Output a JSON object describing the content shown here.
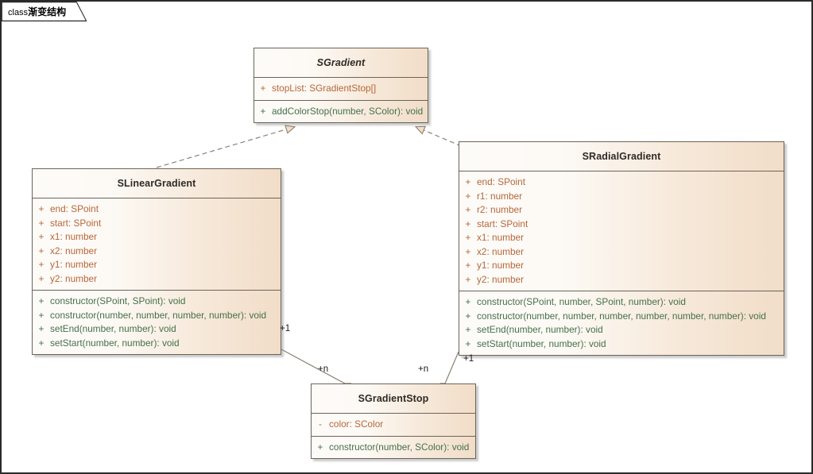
{
  "frame": {
    "keyword": "class",
    "name": "渐变结构"
  },
  "colors": {
    "box_border": "#6b6459",
    "box_fill_light": "#fdfbf8",
    "box_fill_dark": "#f1ddc8",
    "attribute_text": "#b5673a",
    "operation_text": "#46704a",
    "title_text": "#2f2a25",
    "connector_line": "#8a8075",
    "arrow_fill": "#f4dec4",
    "canvas_border": "#2a2a2a"
  },
  "classes": [
    {
      "id": "sgradient",
      "name": "SGradient",
      "abstract": true,
      "attributes": [
        {
          "visibility": "+",
          "signature": "stopList: SGradientStop[]"
        }
      ],
      "operations": [
        {
          "visibility": "+",
          "signature": "addColorStop(number, SColor): void"
        }
      ]
    },
    {
      "id": "slineargradient",
      "name": "SLinearGradient",
      "abstract": false,
      "attributes": [
        {
          "visibility": "+",
          "signature": "end: SPoint"
        },
        {
          "visibility": "+",
          "signature": "start: SPoint"
        },
        {
          "visibility": "+",
          "signature": "x1: number"
        },
        {
          "visibility": "+",
          "signature": "x2: number"
        },
        {
          "visibility": "+",
          "signature": "y1: number"
        },
        {
          "visibility": "+",
          "signature": "y2: number"
        }
      ],
      "operations": [
        {
          "visibility": "+",
          "signature": "constructor(SPoint, SPoint): void"
        },
        {
          "visibility": "+",
          "signature": "constructor(number, number, number, number): void"
        },
        {
          "visibility": "+",
          "signature": "setEnd(number, number): void"
        },
        {
          "visibility": "+",
          "signature": "setStart(number, number): void"
        }
      ]
    },
    {
      "id": "sradialgradient",
      "name": "SRadialGradient",
      "abstract": false,
      "attributes": [
        {
          "visibility": "+",
          "signature": "end: SPoint"
        },
        {
          "visibility": "+",
          "signature": "r1: number"
        },
        {
          "visibility": "+",
          "signature": "r2: number"
        },
        {
          "visibility": "+",
          "signature": "start: SPoint"
        },
        {
          "visibility": "+",
          "signature": "x1: number"
        },
        {
          "visibility": "+",
          "signature": "x2: number"
        },
        {
          "visibility": "+",
          "signature": "y1: number"
        },
        {
          "visibility": "+",
          "signature": "y2: number"
        }
      ],
      "operations": [
        {
          "visibility": "+",
          "signature": "constructor(SPoint, number, SPoint, number): void"
        },
        {
          "visibility": "+",
          "signature": "constructor(number, number, number, number, number, number): void"
        },
        {
          "visibility": "+",
          "signature": "setEnd(number, number): void"
        },
        {
          "visibility": "+",
          "signature": "setStart(number, number): void"
        }
      ]
    },
    {
      "id": "sgradientstop",
      "name": "SGradientStop",
      "abstract": false,
      "attributes": [
        {
          "visibility": "-",
          "signature": "color: SColor"
        }
      ],
      "operations": [
        {
          "visibility": "+",
          "signature": "constructor(number, SColor): void"
        }
      ]
    }
  ],
  "relationships": [
    {
      "id": "rel-linear-realizes-gradient",
      "type": "realization",
      "from": "SLinearGradient",
      "to": "SGradient",
      "style": "dashed",
      "arrowhead": "hollow-triangle"
    },
    {
      "id": "rel-radial-realizes-gradient",
      "type": "realization",
      "from": "SRadialGradient",
      "to": "SGradient",
      "style": "dashed",
      "arrowhead": "hollow-triangle"
    },
    {
      "id": "rel-linear-stop",
      "type": "association",
      "from": "SLinearGradient",
      "to": "SGradientStop",
      "style": "solid",
      "source_multiplicity": "+1",
      "target_multiplicity": "+n"
    },
    {
      "id": "rel-radial-stop",
      "type": "association",
      "from": "SRadialGradient",
      "to": "SGradientStop",
      "style": "solid",
      "source_multiplicity": "+1",
      "target_multiplicity": "+n"
    }
  ],
  "multiplicity_labels": [
    {
      "id": "mult-linear-1",
      "text": "+1"
    },
    {
      "id": "mult-linear-n",
      "text": "+n"
    },
    {
      "id": "mult-radial-n",
      "text": "+n"
    },
    {
      "id": "mult-radial-1",
      "text": "+1"
    }
  ]
}
